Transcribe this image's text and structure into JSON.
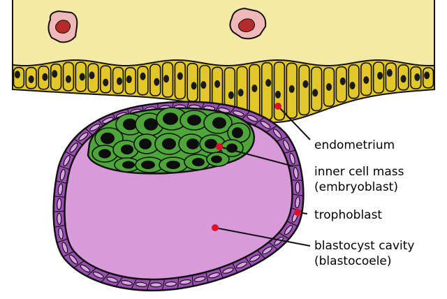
{
  "labels": {
    "endometrium": "endometrium",
    "inner_cell_mass": "inner cell mass",
    "embryoblast": "(embryoblast)",
    "trophoblast": "trophoblast",
    "blastocyst_cavity": "blastocyst cavity",
    "blastocoele": "(blastocoele)"
  },
  "colors": {
    "endometrium_stroma": "#f4eaa6",
    "epithelium_cell": "#e2c72a",
    "epithelium_nucleus": "#1a1a1a",
    "blood_vessel_wall": "#f0b8b8",
    "blood_vessel_lumen": "#b52a2a",
    "trophoblast_cell": "#9b4fb3",
    "trophoblast_nucleus": "#d9a3e3",
    "cavity": "#d89ad9",
    "inner_cell_mass_cell": "#4ea63a",
    "inner_cell_mass_nucleus": "#0d0d0d",
    "pointer_dot": "#e0102a",
    "outline": "#111111"
  }
}
